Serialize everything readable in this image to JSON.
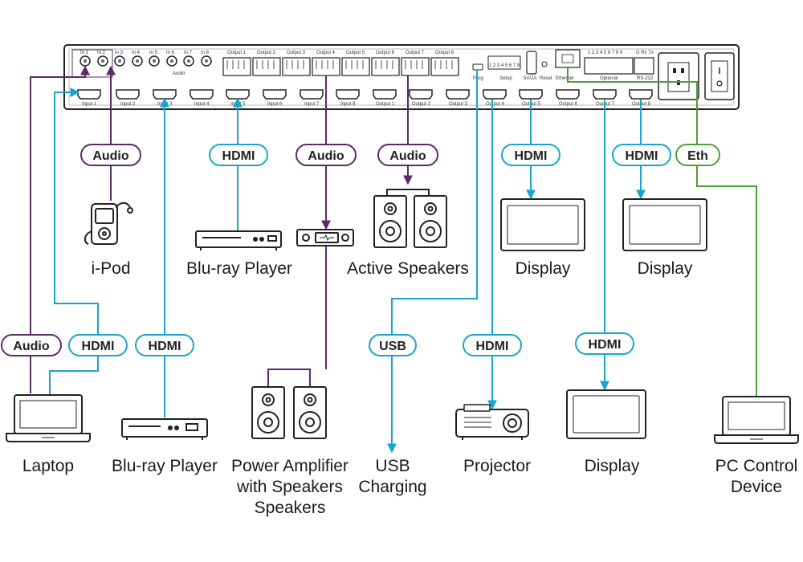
{
  "colors": {
    "audio": "#5b2a6a",
    "hdmi": "#19a4cc",
    "usb": "#19a4cc",
    "eth": "#4aa03a",
    "device": "#222222"
  },
  "panel": {
    "audio_inputs": [
      "In 1",
      "In 2",
      "In 3",
      "In 4",
      "In 5",
      "In 6",
      "In 7",
      "In 8"
    ],
    "audio_section": "Audio",
    "audio_outputs": [
      "Output 1",
      "Output 2",
      "Output 3",
      "Output 4",
      "Output 5",
      "Output 6",
      "Output 7",
      "Output 8"
    ],
    "hdmi_ports": [
      "Input 1",
      "Input 2",
      "Input 3",
      "Input 4",
      "Input 5",
      "Input 6",
      "Input 7",
      "Input 8",
      "Output 1",
      "Output 2",
      "Output 3",
      "Output 4",
      "Output 5",
      "Output 6",
      "Output 7",
      "Output 8"
    ],
    "prog": "Prog",
    "setup": "Setup",
    "usb_power": "5V/2A",
    "reset": "Reset",
    "ethernet": "Ethernet",
    "optional": "Optional",
    "rs232": "RS-232",
    "dip_numbers": "1 2 3 4 5 6 7 8",
    "gpio_numbers": "1 2 3 4 5 6 7 8 9",
    "rs232_pins": "G Rx Tx"
  },
  "connections": {
    "audio": "Audio",
    "hdmi": "HDMI",
    "usb": "USB",
    "eth": "Eth"
  },
  "devices": {
    "ipod": "i-Pod",
    "bluray_top": "Blu-ray Player",
    "active_speakers": "Active Speakers",
    "display_top_1": "Display",
    "display_top_2": "Display",
    "laptop": "Laptop",
    "bluray_bottom": "Blu-ray Player",
    "power_amp": [
      "Power Amplifier",
      "with Speakers",
      "Speakers"
    ],
    "usb_charging": [
      "USB",
      "Charging"
    ],
    "projector": "Projector",
    "display_bottom": "Display",
    "pc_control": [
      "PC Control",
      "Device"
    ]
  }
}
